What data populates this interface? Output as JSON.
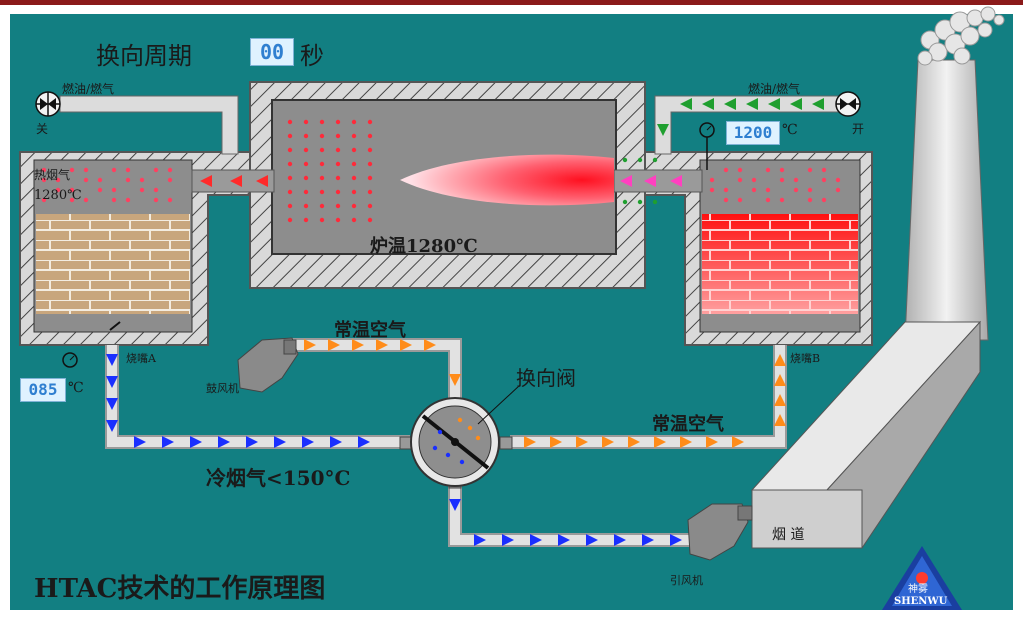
{
  "title_main": "换向周期",
  "cycle_seconds": "00",
  "cycle_unit": "秒",
  "fuel_left_label": "燃油/燃气",
  "fuel_right_label": "燃油/燃气",
  "valve_left_state": "关",
  "valve_right_state": "开",
  "flue_gas_label": "热烟气",
  "flue_gas_temp": "1280℃",
  "furnace_temp_label": "炉温1280℃",
  "burner_temp": "1200",
  "deg_unit": "℃",
  "burner_a_label": "烧嘴A",
  "burner_b_label": "烧嘴B",
  "exhaust_temp": "085",
  "blower_label": "鼓风机",
  "fan_label": "引风机",
  "ambient_air_top": "常温空气",
  "ambient_air_right": "常温空气",
  "reversing_valve_label": "换向阀",
  "cold_flue_label": "冷烟气<150°C",
  "flue_duct_label": "烟 道",
  "caption": "HTAC技术的工作原理图",
  "logo_cn": "神雾",
  "logo_en": "SHENWU",
  "colors": {
    "background": "#127f82",
    "border_red": "#8b1a1a",
    "hatch": "#d7d7d7",
    "chamber": "#8d8d8d",
    "pipe": "#d8d8d8",
    "arrow_blue": "#1a2fff",
    "arrow_orange": "#ff8c1a",
    "arrow_red": "#ff2a2a",
    "arrow_pink": "#ff40c0",
    "arrow_green": "#1f9f2f"
  }
}
